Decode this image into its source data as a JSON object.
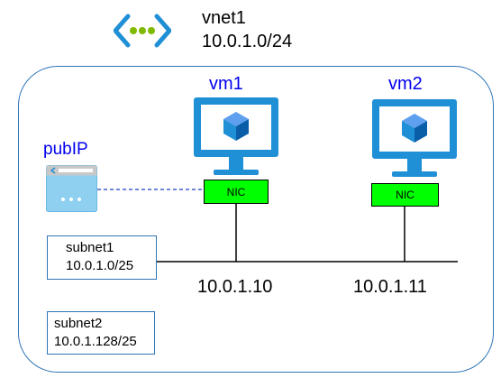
{
  "vnet": {
    "name": "vnet1",
    "cidr": "10.0.1.0/24",
    "icon": "vnet-icon"
  },
  "pubip": {
    "label": "pubIP",
    "icon": "public-ip-icon"
  },
  "vms": [
    {
      "name": "vm1",
      "nic_label": "NIC",
      "ip": "10.0.1.10",
      "icon": "virtual-machine-icon"
    },
    {
      "name": "vm2",
      "nic_label": "NIC",
      "ip": "10.0.1.11",
      "icon": "virtual-machine-icon"
    }
  ],
  "subnets": [
    {
      "name": "subnet1",
      "cidr": "10.0.1.0/25"
    },
    {
      "name": "subnet2",
      "cidr": "10.0.1.128/25"
    }
  ],
  "colors": {
    "azure_blue": "#1f8fd6",
    "vnet_border": "#2e75b6",
    "nic_green": "#00ff00",
    "label_blue": "#0000ee",
    "dots_green": "#7fba00"
  }
}
